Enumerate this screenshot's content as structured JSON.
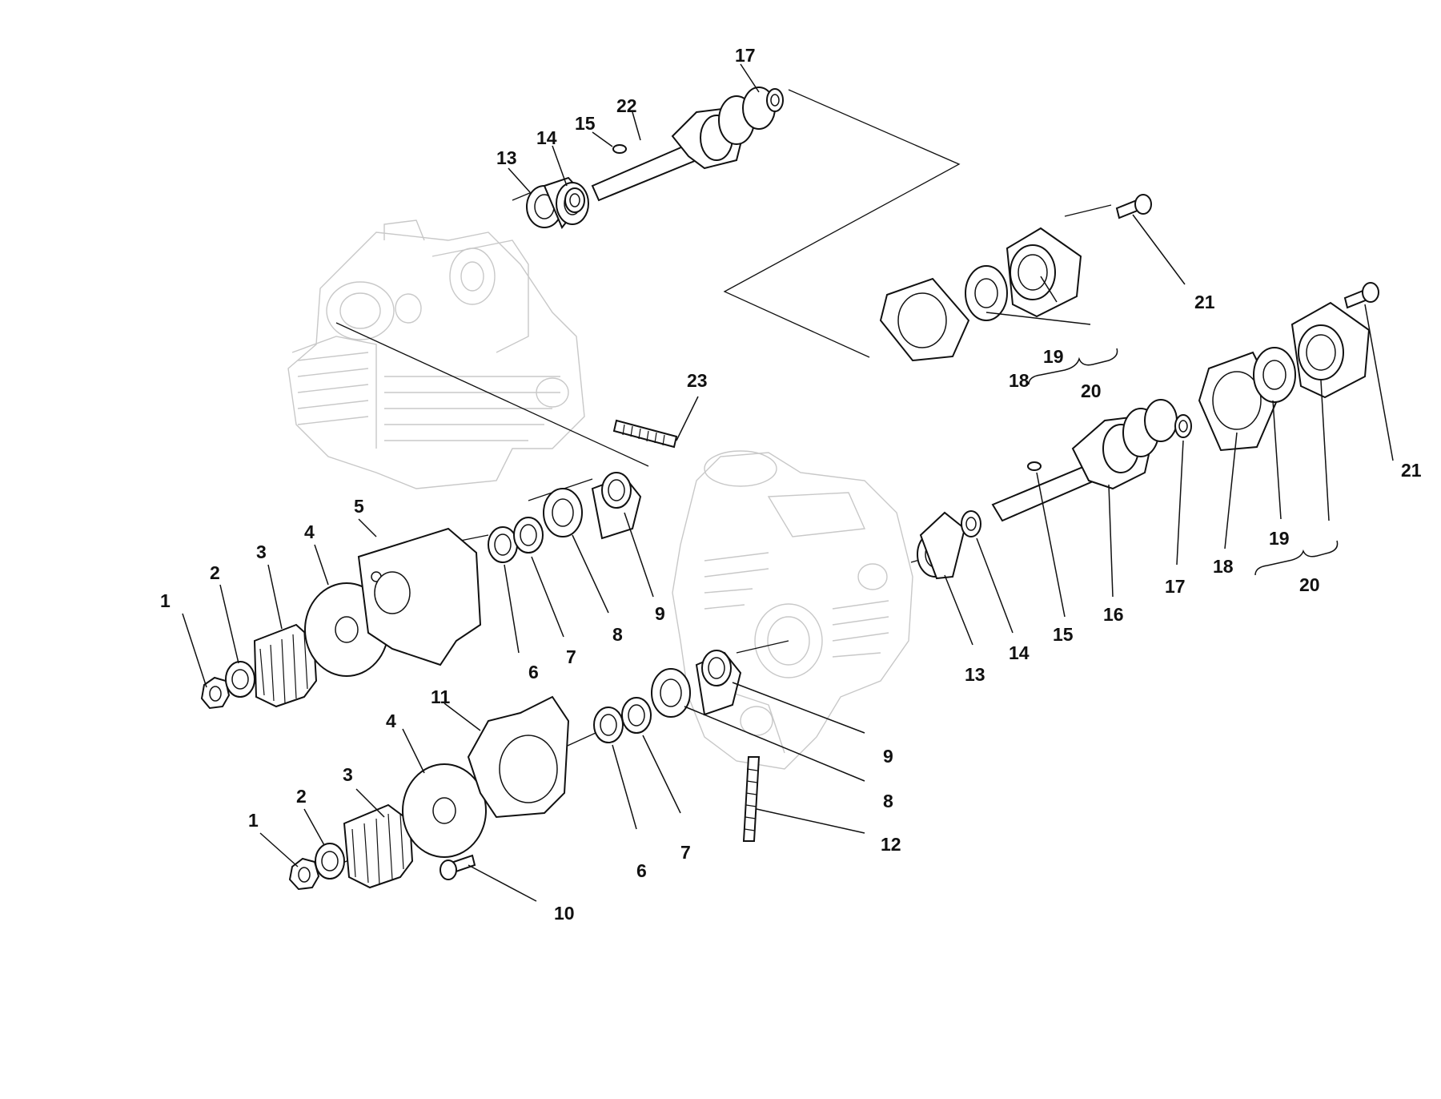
{
  "diagram": {
    "labels": {
      "c1a": "1",
      "c2a": "2",
      "c3a": "3",
      "c4a": "4",
      "c5": "5",
      "c6a": "6",
      "c7a": "7",
      "c8a": "8",
      "c9a": "9",
      "c1b": "1",
      "c2b": "2",
      "c3b": "3",
      "c4b": "4",
      "c11": "11",
      "c10": "10",
      "c6b": "6",
      "c7b": "7",
      "c8b": "8",
      "c9b": "9",
      "c12": "12",
      "c13a": "13",
      "c14a": "14",
      "c15a": "15",
      "c22": "22",
      "c17a": "17",
      "c23": "23",
      "c18a": "18",
      "c19a": "19",
      "c20a": "20",
      "c21a": "21",
      "c13b": "13",
      "c14b": "14",
      "c15b": "15",
      "c16": "16",
      "c17b": "17",
      "c18b": "18",
      "c19b": "19",
      "c20b": "20",
      "c21b": "21"
    }
  }
}
